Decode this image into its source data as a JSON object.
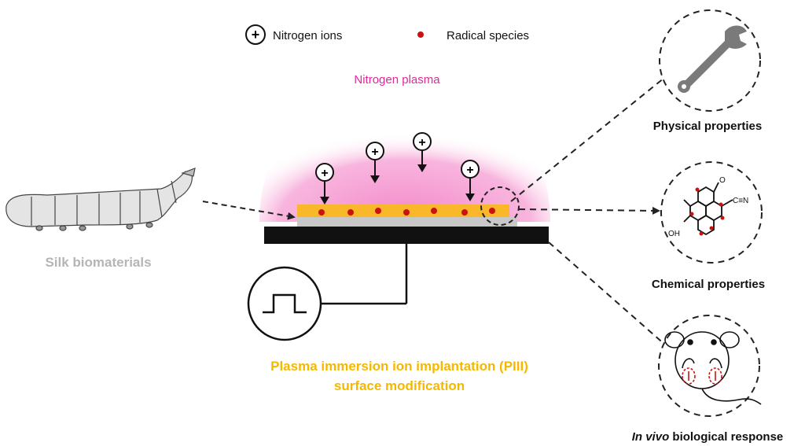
{
  "legend": {
    "ion_label": "Nitrogen ions",
    "radical_label": "Radical species",
    "ion_symbol": "+"
  },
  "plasma_label": "Nitrogen plasma",
  "source_label": "Silk biomaterials",
  "process_label": {
    "line1": "Plasma immersion ion implantation (PIII)",
    "line2": "surface modification"
  },
  "outcomes": {
    "physical": "Physical properties",
    "chemical": "Chemical properties",
    "biological_italic": "In vivo",
    "biological_rest": " biological response"
  },
  "molecule": {
    "group_label": "C≡N",
    "oxygen_label": "O",
    "hydroxyl_label": "OH"
  },
  "colors": {
    "plasma": "#f7a8d8",
    "plasma_text": "#e0299a",
    "process_text": "#f5b800",
    "film": "#f9b82a",
    "radical": "#cc1111",
    "substrate": "#111111",
    "silk_text": "#b5b5b5"
  }
}
